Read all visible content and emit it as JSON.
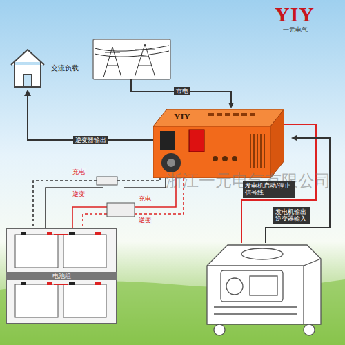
{
  "diagram": {
    "nodes": [
      {
        "text": [
          "交流负载"
        ]
      },
      {
        "text": [
          "YIY"
        ]
      },
      {
        "text": [
          "电池组"
        ]
      }
    ],
    "edges": [
      {
        "from": 1,
        "to": 0,
        "arrow": "to",
        "label": "逆变器输出"
      }
    ],
    "labels": [
      "YIY",
      "一元电气",
      "市电",
      "浙江一元电气有限公司",
      "充电",
      "逆变",
      "充电",
      "逆变",
      "发电机启动/停止 信号线",
      "发电机输出 逆变器输入"
    ]
  }
}
